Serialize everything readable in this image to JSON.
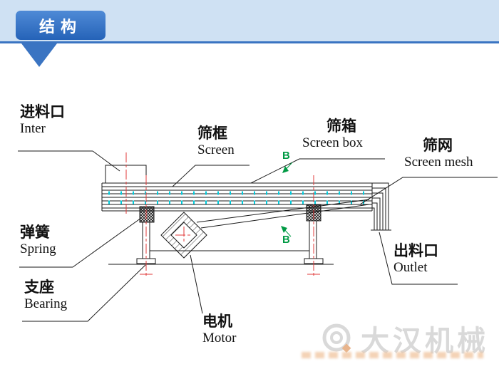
{
  "header": {
    "title": "结构"
  },
  "diagram": {
    "labels": {
      "inlet": {
        "zh": "进料口",
        "en": "Inter"
      },
      "screen_frame": {
        "zh": "筛框",
        "en": "Screen"
      },
      "screen_box": {
        "zh": "筛箱",
        "en": "Screen box"
      },
      "screen_mesh": {
        "zh": "筛网",
        "en": "Screen mesh"
      },
      "spring": {
        "zh": "弹簧",
        "en": "Spring"
      },
      "support": {
        "zh": "支座",
        "en": "Bearing"
      },
      "motor": {
        "zh": "电机",
        "en": "Motor"
      },
      "outlet": {
        "zh": "出料口",
        "en": "Outlet"
      }
    },
    "section_marker": "B",
    "colors": {
      "outline": "#1a1a1a",
      "centerline_red": "#e03a3a",
      "mesh_cyan": "#00ccdd",
      "marker_green": "#009a44"
    }
  },
  "watermark": {
    "brand": "大汉机械"
  },
  "theme": {
    "header_bg": "#cfe1f3",
    "accent_blue": "#3a74c2",
    "badge_blue": "#2d6cc0"
  }
}
